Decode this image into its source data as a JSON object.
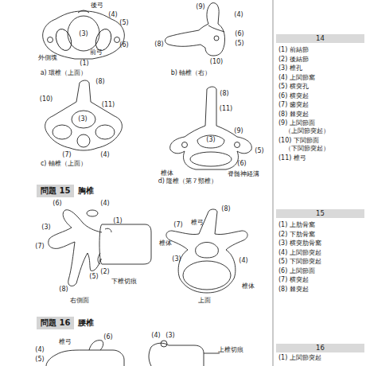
{
  "diagram": {
    "nodes": [
      {
        "text": [
          "14"
        ]
      },
      {
        "text": [
          "問題 15",
          "胸椎"
        ]
      },
      {
        "text": [
          "15"
        ]
      },
      {
        "text": [
          "問題 16",
          "腰椎"
        ]
      },
      {
        "text": [
          "16"
        ]
      }
    ],
    "labels": [
      "後弓",
      "(4)",
      "(5)",
      "(3)",
      "(6)",
      "前弓",
      "外側塊",
      "(1)",
      "a) 環椎（上面）",
      "(9)",
      "(4)",
      "(8)",
      "(6)",
      "(5)",
      "(10)",
      "b) 軸椎（右）",
      "(8)",
      "(10)",
      "(11)",
      "(3)",
      "(7)",
      "(4)",
      "c) 軸椎（上面）",
      "(8)",
      "(11)",
      "(3)",
      "(9)",
      "(5)",
      "(6)",
      "椎体",
      "脊髄神経溝",
      "d) 隆椎（第７頸椎）",
      "(6)",
      "(4)",
      "(1)",
      "(3)",
      "(7)",
      "椎体",
      "(5)",
      "(2)",
      "下椎切痕",
      "(8)",
      "右側面",
      "(8)",
      "椎弓",
      "(7)",
      "(3)",
      "(4)",
      "椎体",
      "上面",
      "椎弓",
      "(6)",
      "(4)",
      "(5)",
      "(4)",
      "(3)",
      "上椎切痕",
      "(1) 前結節",
      "(2) 後結節",
      "(3) 椎孔",
      "(4) 上関節窩",
      "(5) 横突孔",
      "(6) 横突起",
      "(7) 歯突起",
      "(8) 棘突起",
      "(9) 上関節面",
      "（上関節突起）",
      "(10) 下関節面",
      "（下関節突起）",
      "(11) 椎弓",
      "(1) 上肋骨窩",
      "(2) 下肋骨窩",
      "(3) 横突肋骨窩",
      "(4) 上関節突起",
      "(5) 下関節突起",
      "(6) 上関節面",
      "(7) 横突起",
      "(8) 棘突起",
      "(1) 上関節突起"
    ]
  }
}
